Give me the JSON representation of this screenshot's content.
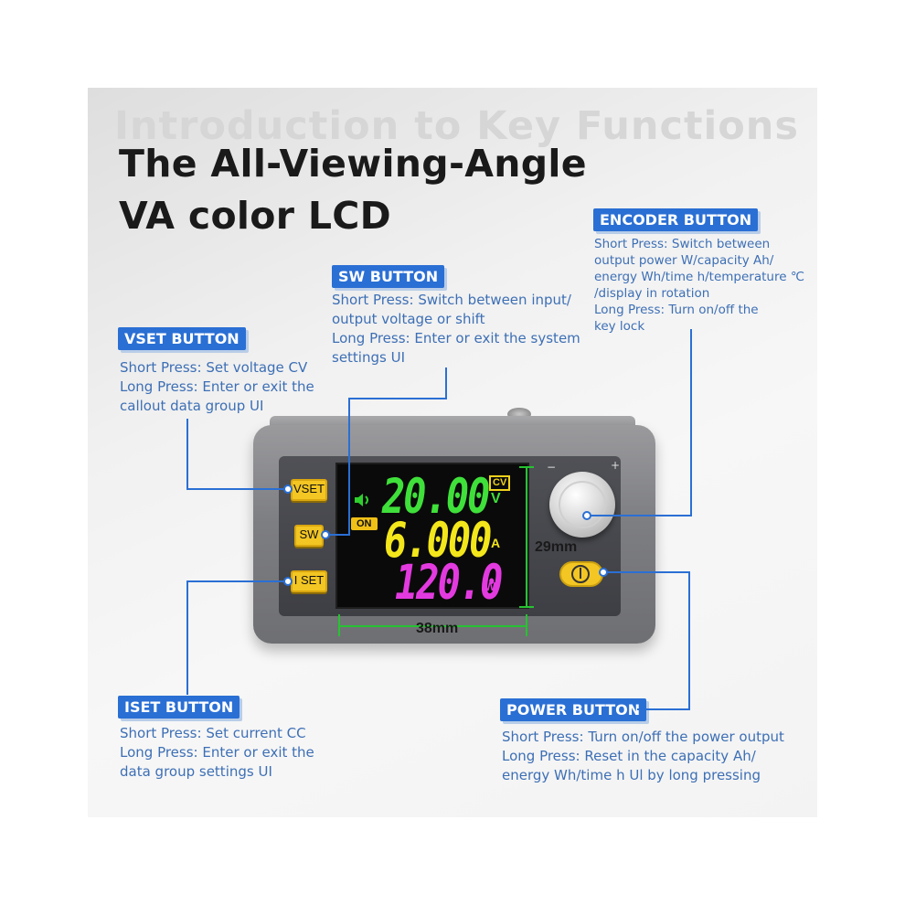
{
  "watermark": "Introduction to Key Functions",
  "title_line1": "The All-Viewing-Angle",
  "title_line2": "VA color LCD",
  "callouts": {
    "encoder": {
      "label": "ENCODER BUTTON",
      "lines": [
        "Short Press: Switch between",
        "output power W/capacity Ah/",
        "energy Wh/time h/temperature ℃",
        "/display in rotation",
        "Long Press: Turn on/off the",
        "key lock"
      ]
    },
    "sw": {
      "label": "SW BUTTON",
      "lines": [
        "Short Press: Switch between input/",
        "output voltage or shift",
        "Long Press: Enter or exit the system",
        "settings UI"
      ]
    },
    "vset": {
      "label": "VSET BUTTON",
      "lines": [
        "Short Press: Set voltage CV",
        "Long Press: Enter or exit the",
        "callout data group UI"
      ]
    },
    "iset": {
      "label": "ISET BUTTON",
      "lines": [
        "Short Press: Set current CC",
        "Long Press: Enter or exit the",
        "data group settings UI"
      ]
    },
    "power": {
      "label": "POWER BUTTON",
      "lines": [
        "Short Press: Turn on/off the power output",
        "Long Press: Reset in the capacity Ah/",
        "energy Wh/time h Ul by long pressing"
      ]
    }
  },
  "device": {
    "buttons": {
      "vset": "VSET",
      "sw": "SW",
      "iset": "I SET"
    },
    "display": {
      "voltage": "20.00",
      "voltage_unit": "V",
      "mode": "CV",
      "current": "6.000",
      "current_unit": "A",
      "power": "120.0",
      "power_unit": "W",
      "status": "ON"
    },
    "dim_width": "38mm",
    "dim_height": "29mm"
  },
  "colors": {
    "accent_blue": "#2a6fd4",
    "voltage_green": "#3fe03a",
    "current_yellow": "#f3e61b",
    "power_magenta": "#e33ae0",
    "button_yellow": "#f3c623"
  }
}
